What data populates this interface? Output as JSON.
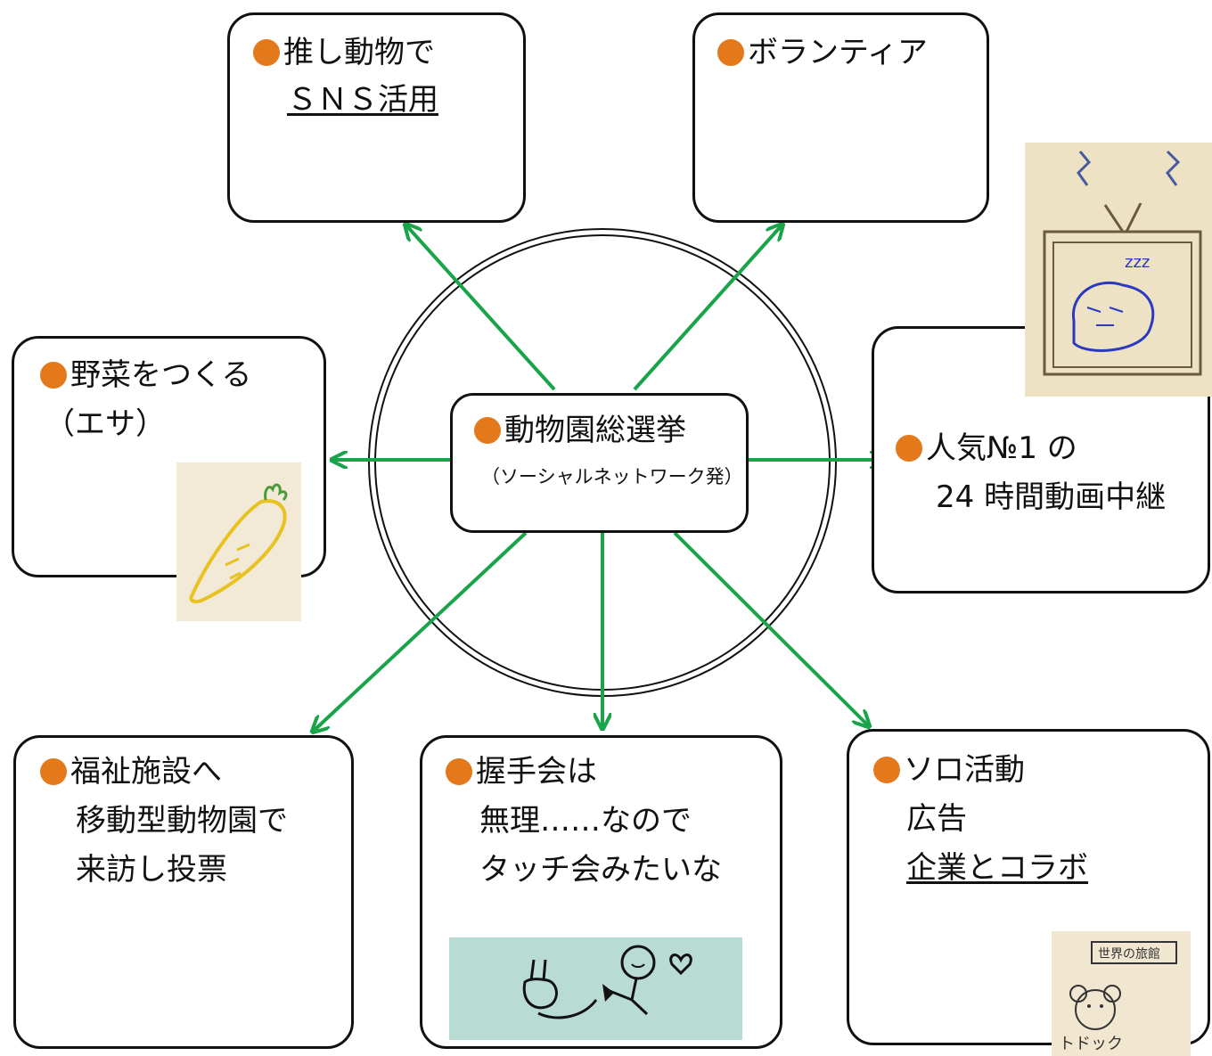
{
  "center": {
    "title": "動物園総選挙",
    "subtitle": "（ソーシャルネットワーク発）"
  },
  "nodes": {
    "sns": {
      "line1": "推し動物で",
      "line2": "ＳＮＳ活用"
    },
    "volunteer": {
      "line1": "ボランティア"
    },
    "vegetables": {
      "line1": "野菜をつくる",
      "line2": "（エサ）"
    },
    "live": {
      "line1": "人気№1 の",
      "line2": "24 時間動画中継"
    },
    "welfare": {
      "line1": "福祉施設へ",
      "line2": "移動型動物園で",
      "line3": "来訪し投票"
    },
    "handshake": {
      "line1": "握手会は",
      "line2": "無理……なので",
      "line3": "タッチ会みたいな"
    },
    "solo": {
      "line1": "ソロ活動",
      "line2": "広告",
      "line3": "企業とコラボ"
    }
  },
  "sketches": {
    "zoo_sign": "世界の旅館",
    "zoo_caption": "トドック",
    "sleep": "zzz"
  },
  "colors": {
    "arrow": "#1aa44a",
    "bullet": "#e3791b",
    "border": "#111111"
  }
}
